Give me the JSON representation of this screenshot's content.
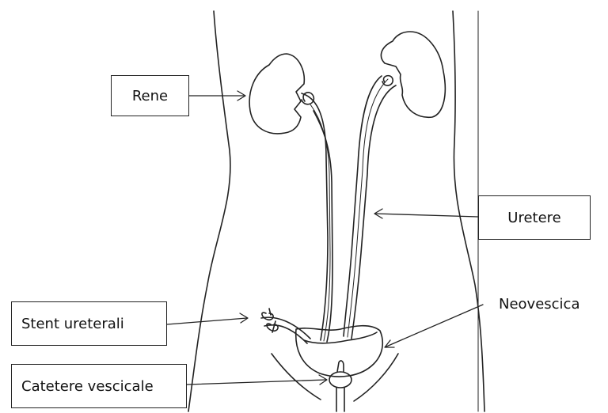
{
  "labels": {
    "rene": "Rene",
    "uretere": "Uretere",
    "neovescica": "Neovescica",
    "stent": "Stent ureterali",
    "catetere": "Catetere vescicale"
  },
  "colors": {
    "ink": "#222222",
    "background": "#ffffff"
  }
}
